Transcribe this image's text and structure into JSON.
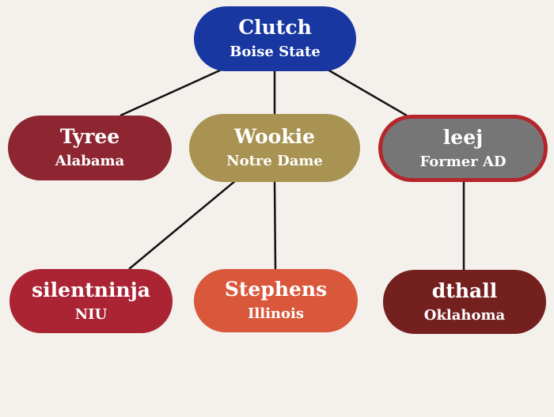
{
  "nodes": {
    "clutch": {
      "name": "Clutch",
      "subtitle": "Boise State",
      "color": "#1937a0"
    },
    "tyree": {
      "name": "Tyree",
      "subtitle": "Alabama",
      "color": "#8e2632"
    },
    "wookie": {
      "name": "Wookie",
      "subtitle": "Notre Dame",
      "color": "#a89352"
    },
    "leej": {
      "name": "leej",
      "subtitle": "Former AD",
      "color": "#767676",
      "border_color": "#b5262a"
    },
    "silentninja": {
      "name": "silentninja",
      "subtitle": "NIU",
      "color": "#aa2434"
    },
    "stephens": {
      "name": "Stephens",
      "subtitle": "Illinois",
      "color": "#d9573a"
    },
    "dthall": {
      "name": "dthall",
      "subtitle": "Oklahoma",
      "color": "#74201f"
    }
  },
  "edges": [
    {
      "from": "clutch",
      "to": "tyree"
    },
    {
      "from": "clutch",
      "to": "wookie"
    },
    {
      "from": "clutch",
      "to": "leej"
    },
    {
      "from": "wookie",
      "to": "silentninja"
    },
    {
      "from": "wookie",
      "to": "stephens"
    },
    {
      "from": "leej",
      "to": "dthall"
    }
  ],
  "line_color": "#111111"
}
